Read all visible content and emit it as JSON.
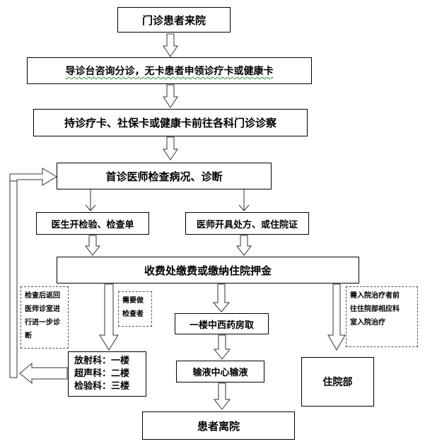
{
  "boxes": {
    "outpatient_arrival": "门诊患者来院",
    "triage": "导诊台咨询分诊，无卡患者申领诊疗卡或健康卡",
    "go_to_clinic": "持诊疗卡、社保卡或健康卡前往各科门诊诊察",
    "first_exam": "首诊医师检查病况、诊断",
    "tests_order": "医生开检验、检查单",
    "prescription": "医师开具处方、或住院证",
    "payment": "收费处缴费或缴纳住院押金",
    "pharmacy": "一楼中西药房取",
    "infusion": "输液中心输液",
    "inpatient": "住院部",
    "discharge": "患者离院",
    "departments": [
      "放射科：一楼",
      "超声科：二楼",
      "检验科：三楼"
    ]
  },
  "notes": {
    "return_after_tests": [
      "检查后返回",
      "医师诊室进",
      "行进一步诊",
      "断"
    ],
    "need_tests": [
      "需要做",
      "检查者"
    ],
    "admission": [
      "需入院治疗者前",
      "往住院部相应科",
      "室入院治疗"
    ]
  }
}
